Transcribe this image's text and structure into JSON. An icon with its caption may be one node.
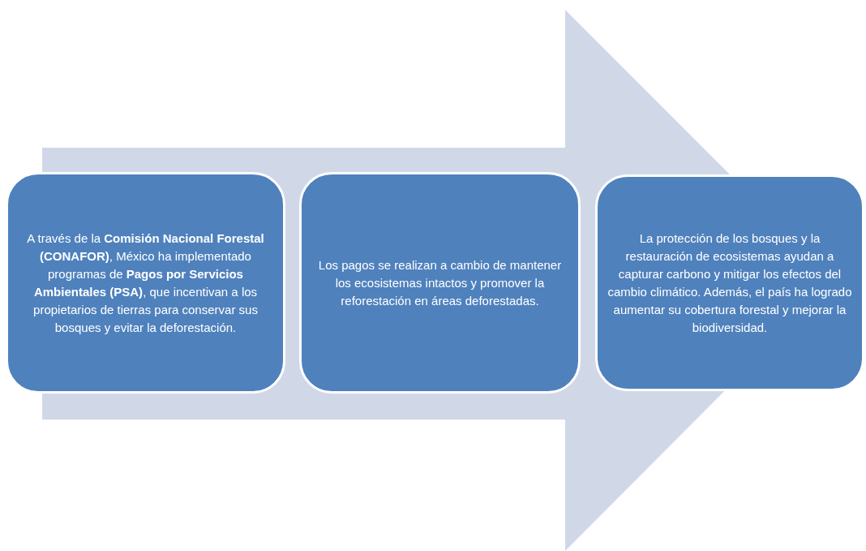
{
  "diagram": {
    "nodes": [
      {
        "text": [
          "A través de la **Comisión Nacional Forestal (CONAFOR)**, México ha implementado programas de **Pagos por Servicios Ambientales (PSA)**, que incentivan a los propietarios de tierras para conservar sus bosques y evitar la deforestación."
        ]
      },
      {
        "text": [
          "Los pagos se realizan a cambio de mantener los ecosistemas intactos y promover la reforestación en áreas deforestadas."
        ]
      },
      {
        "text": [
          "La protección de los bosques y la restauración de ecosistemas ayudan a capturar carbono y mitigar los efectos del cambio climático. Además, el país ha logrado aumentar su cobertura forestal y mejorar la biodiversidad."
        ]
      }
    ],
    "edges": [
      {
        "from": 0,
        "to": 2,
        "arrow": "to"
      }
    ]
  }
}
